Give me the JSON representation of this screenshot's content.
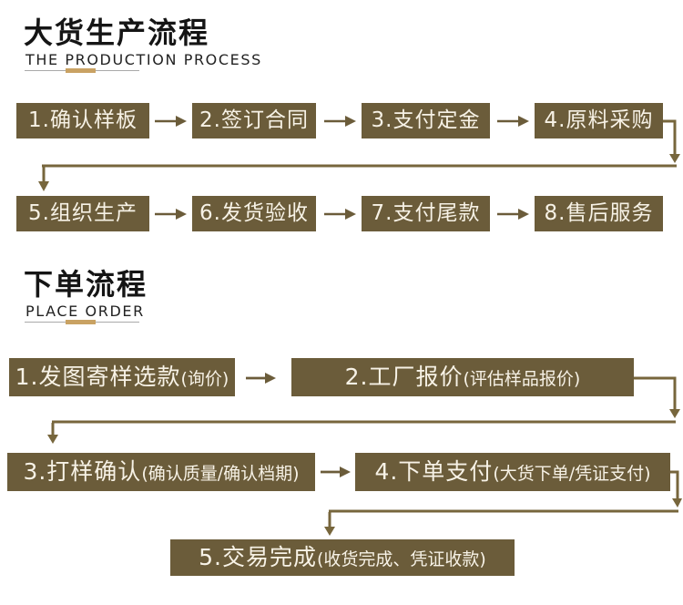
{
  "colors": {
    "box_fill": "#6b5c3a",
    "box_text": "#f7f2e6",
    "connector": "#77663c",
    "inter_arrow": "#6b5c3a",
    "accent_gold": "#c9a263",
    "title_text": "#151515"
  },
  "production": {
    "title": "大货生产流程",
    "subtitle": "THE PRODUCTION PROCESS",
    "steps": [
      {
        "label": "1.确认样板"
      },
      {
        "label": "2.签订合同"
      },
      {
        "label": "3.支付定金"
      },
      {
        "label": "4.原料采购"
      },
      {
        "label": "5.组织生产"
      },
      {
        "label": "6.发货验收"
      },
      {
        "label": "7.支付尾款"
      },
      {
        "label": "8.售后服务"
      }
    ]
  },
  "order": {
    "title": "下单流程",
    "subtitle": "PLACE ORDER",
    "steps": [
      {
        "main": "1.发图寄样选款",
        "note": "(询价)"
      },
      {
        "main": "2.工厂报价",
        "note": "(评估样品报价)"
      },
      {
        "main": "3.打样确认",
        "note": "(确认质量/确认档期)"
      },
      {
        "main": "4.下单支付",
        "note": "(大货下单/凭证支付)"
      },
      {
        "main": "5.交易完成",
        "note": "(收货完成、凭证收款)"
      }
    ]
  }
}
